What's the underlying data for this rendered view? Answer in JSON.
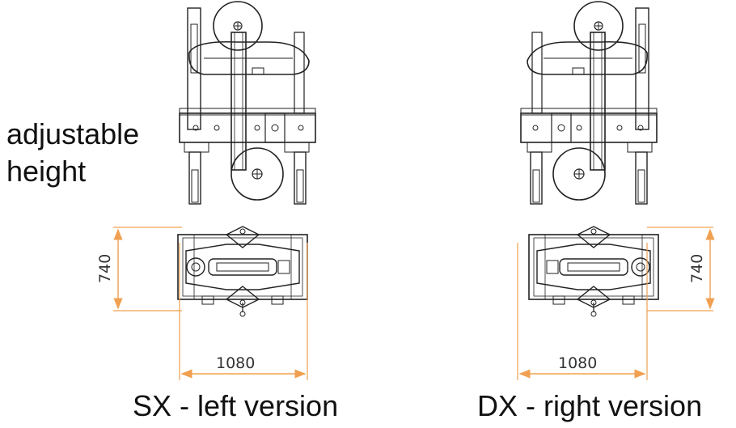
{
  "labels": {
    "adjustable_line1": "adjustable",
    "adjustable_line2": "height",
    "left_caption": "SX - left version",
    "right_caption": "DX - right version"
  },
  "dimensions": {
    "left_width": "1080",
    "left_depth": "740",
    "right_width": "1080",
    "right_depth": "740"
  },
  "colors": {
    "dimension_line": "#f0a050",
    "drawing_line": "#222222",
    "text": "#111111"
  }
}
